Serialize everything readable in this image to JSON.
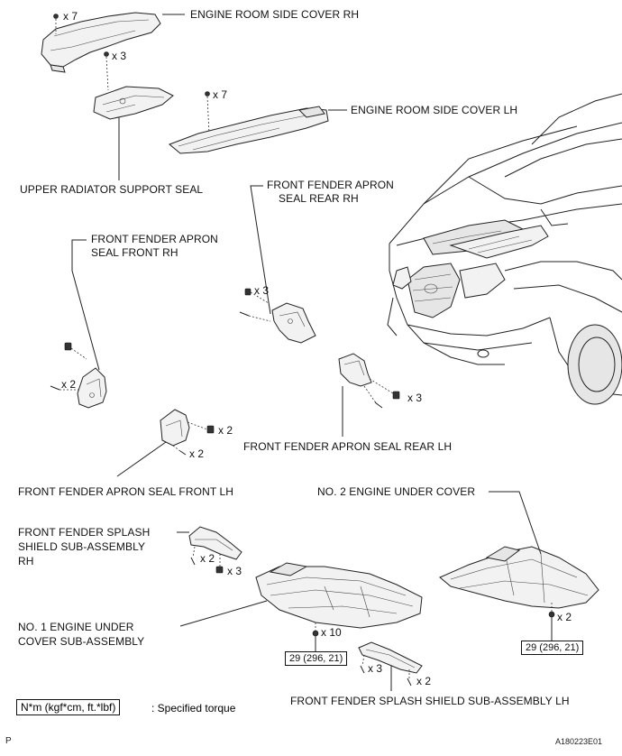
{
  "labels": {
    "engine_room_side_cover_rh": "ENGINE ROOM SIDE COVER RH",
    "engine_room_side_cover_lh": "ENGINE ROOM SIDE COVER LH",
    "upper_radiator_support_seal": "UPPER RADIATOR SUPPORT SEAL",
    "front_fender_apron_seal_rear_rh_1": "FRONT FENDER APRON",
    "front_fender_apron_seal_rear_rh_2": "SEAL REAR RH",
    "front_fender_apron_seal_front_rh_1": "FRONT FENDER APRON",
    "front_fender_apron_seal_front_rh_2": "SEAL FRONT RH",
    "front_fender_apron_seal_rear_lh": "FRONT FENDER APRON SEAL REAR LH",
    "front_fender_apron_seal_front_lh": "FRONT FENDER APRON SEAL FRONT LH",
    "no2_engine_under_cover": "NO. 2 ENGINE UNDER COVER",
    "splash_shield_rh_1": "FRONT FENDER SPLASH",
    "splash_shield_rh_2": "SHIELD SUB-ASSEMBLY",
    "splash_shield_rh_3": "RH",
    "no1_engine_under_cover_1": "NO. 1 ENGINE UNDER",
    "no1_engine_under_cover_2": "COVER SUB-ASSEMBLY",
    "splash_shield_lh": "FRONT FENDER SPLASH SHIELD SUB-ASSEMBLY LH"
  },
  "quantities": {
    "cover_rh_clips": "x 7",
    "radiator_seal_clips": "x 3",
    "cover_lh_clips": "x 7",
    "rear_rh_nuts": "x 3",
    "front_rh_screws": "x 2",
    "rear_lh_nuts": "x 3",
    "front_lh_nuts": "x 2",
    "front_lh_screws": "x 2",
    "splash_rh_screws": "x 2",
    "splash_rh_clips": "x 3",
    "no1_bolts": "x 10",
    "splash_lh_clips": "x 3",
    "splash_lh_screws": "x 2",
    "no2_bolts": "x 2"
  },
  "torques": {
    "no1_torque": "29 (296, 21)",
    "no2_torque": "29 (296, 21)"
  },
  "legend": {
    "unit_box": "N*m (kgf*cm, ft.*lbf)",
    "description": ": Specified torque"
  },
  "footer": {
    "page_letter": "P",
    "figure_code": "A180223E01"
  }
}
